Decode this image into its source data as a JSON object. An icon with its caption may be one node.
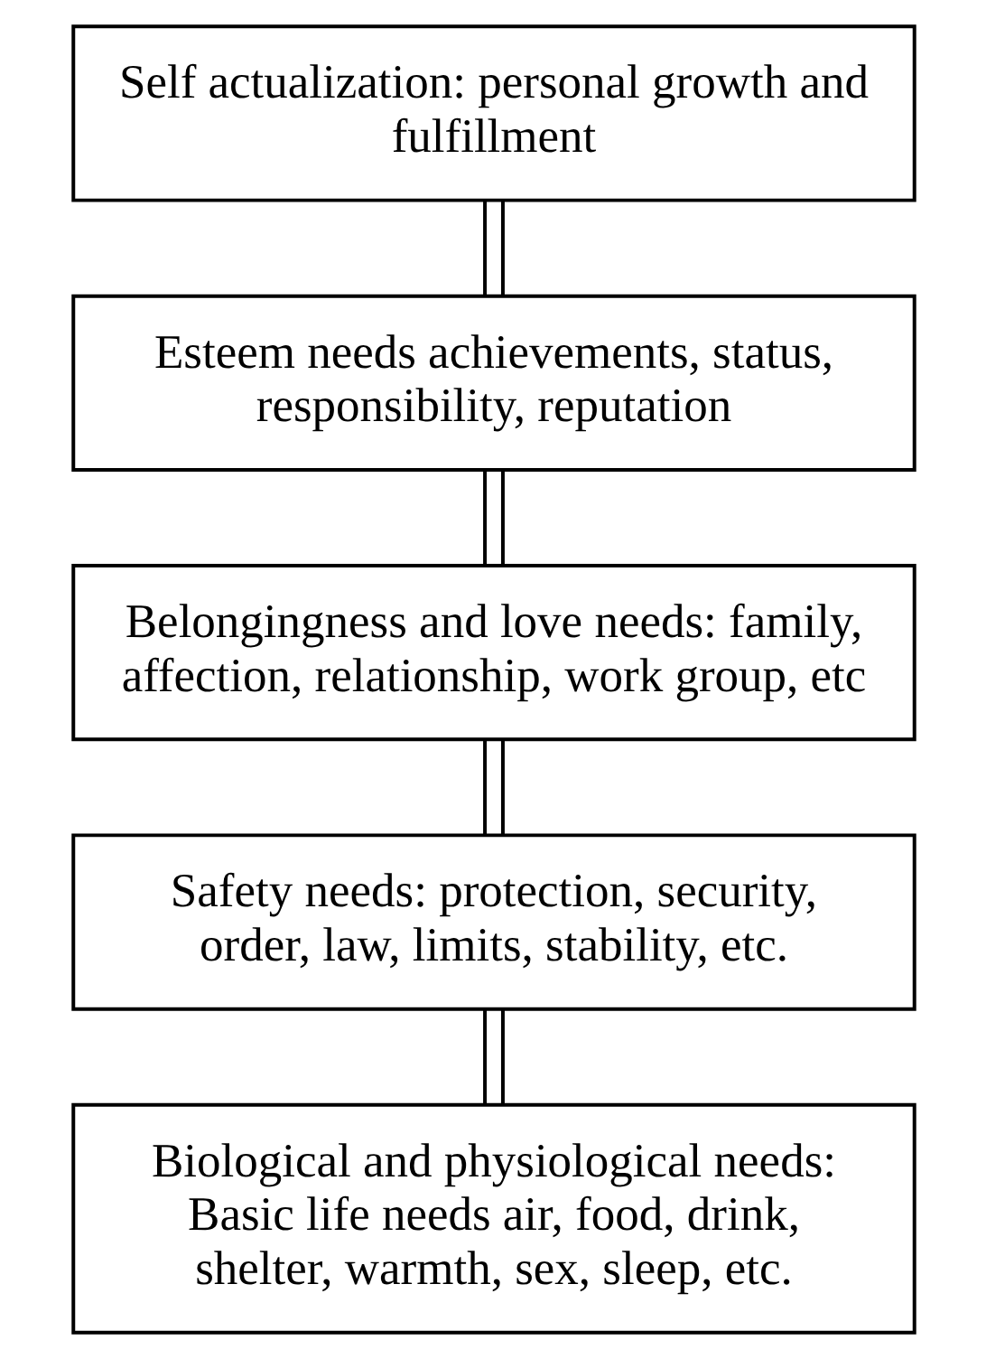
{
  "diagram": {
    "nodes": [
      {
        "text": [
          "Self actualization: personal growth and fulfillment"
        ]
      },
      {
        "text": [
          "Esteem needs achievements, status, responsibility, reputation"
        ]
      },
      {
        "text": [
          "Belongingness and love needs: family, affection, relationship, work group, etc"
        ]
      },
      {
        "text": [
          "Safety needs: protection, security, order, law, limits, stability, etc."
        ]
      },
      {
        "text": [
          "Biological and physiological needs: Basic life needs air, food, drink, shelter, warmth, sex, sleep, etc."
        ]
      }
    ],
    "edges": [
      {
        "from": 0,
        "to": 1,
        "arrow": "none"
      },
      {
        "from": 1,
        "to": 2,
        "arrow": "none"
      },
      {
        "from": 2,
        "to": 3,
        "arrow": "none"
      },
      {
        "from": 3,
        "to": 4,
        "arrow": "none"
      }
    ]
  }
}
